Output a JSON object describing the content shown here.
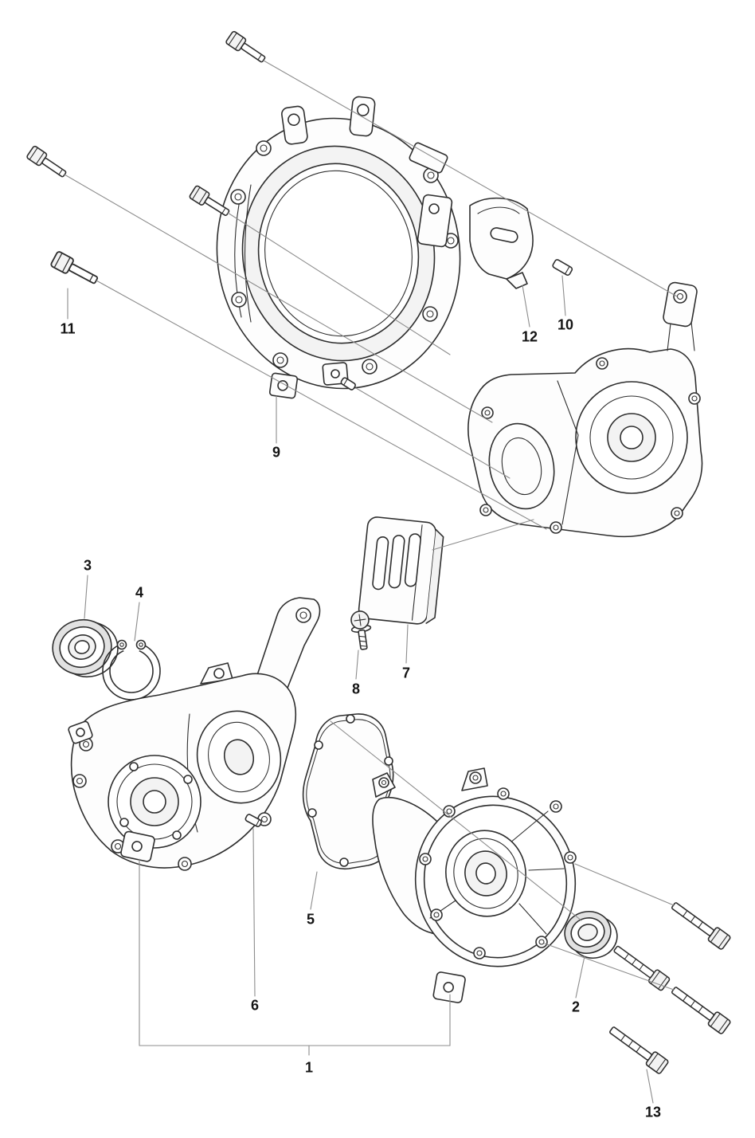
{
  "diagram": {
    "kind": "exploded-parts-diagram",
    "colors": {
      "line": "#2e2e2e",
      "leader": "#8c8c8c",
      "background": "#ffffff",
      "shade": "#e2e2e2"
    },
    "callouts": [
      {
        "label": "1"
      },
      {
        "label": "2"
      },
      {
        "label": "3"
      },
      {
        "label": "4"
      },
      {
        "label": "5"
      },
      {
        "label": "6"
      },
      {
        "label": "7"
      },
      {
        "label": "8"
      },
      {
        "label": "9"
      },
      {
        "label": "10"
      },
      {
        "label": "11"
      },
      {
        "label": "12"
      },
      {
        "label": "13"
      }
    ]
  }
}
